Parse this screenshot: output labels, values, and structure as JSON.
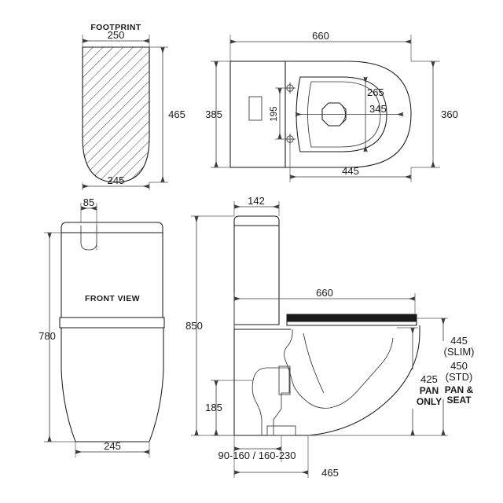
{
  "document": {
    "type": "technical-drawing",
    "subject": "close-coupled-toilet-suite",
    "units": "mm",
    "line_color": "#1a1a1a",
    "background_color": "#ffffff"
  },
  "views": {
    "footprint": {
      "title": "FOOTPRINT",
      "dimensions": {
        "top_width": "250",
        "bottom_width": "245",
        "depth": "465"
      }
    },
    "plan": {
      "title": "",
      "dimensions": {
        "overall_length": "660",
        "cistern_depth": "385",
        "bowl_width": "360",
        "seat_length": "265",
        "seat_width": "345",
        "bolt_spacing": "195",
        "bowl_projection": "445"
      }
    },
    "front": {
      "title": "FRONT VIEW",
      "dimensions": {
        "button_width": "85",
        "overall_height": "780",
        "base_width": "245"
      }
    },
    "side": {
      "title": "",
      "dimensions": {
        "cistern_depth": "142",
        "overall_height": "850",
        "overall_length": "660",
        "outlet_height": "185",
        "outlet_range": "90-160 /  160-230",
        "base_length": "465"
      },
      "notes": {
        "seat_height_slim_value": "445",
        "seat_height_slim_label": "(SLIM)",
        "seat_height_std_value": "450",
        "seat_height_std_label": "(STD)",
        "seat_height_caption_line1": "PAN &",
        "seat_height_caption_line2": "SEAT",
        "pan_height_value": "425",
        "pan_height_caption_line1": "PAN",
        "pan_height_caption_line2": "ONLY"
      }
    }
  }
}
